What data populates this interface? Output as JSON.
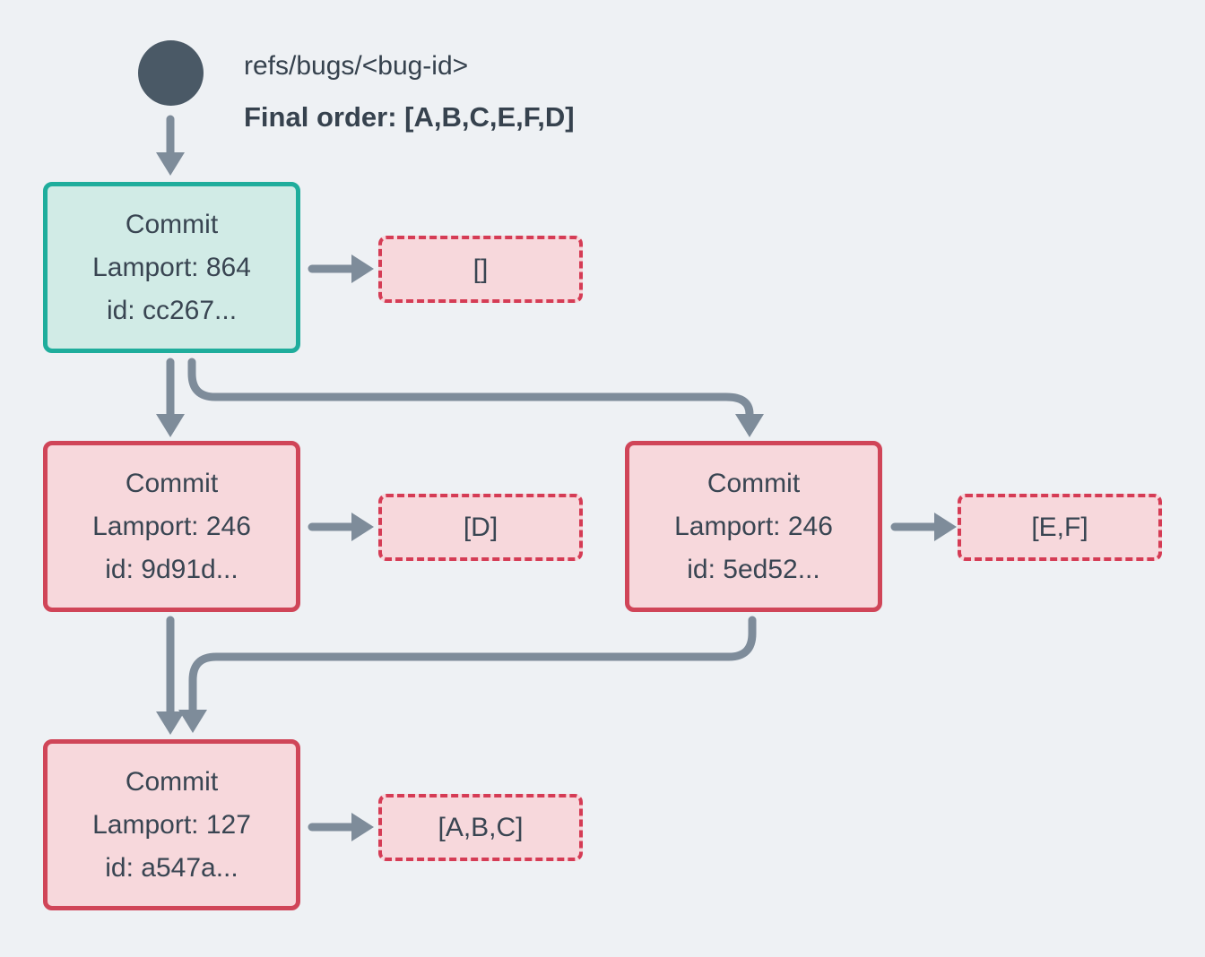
{
  "ref": {
    "label": "refs/bugs/<bug-id>",
    "final_order": "Final order: [A,B,C,E,F,D]"
  },
  "commits": [
    {
      "title": "Commit",
      "lamport": "Lamport: 864",
      "id": "id: cc267...",
      "ops": "[]"
    },
    {
      "title": "Commit",
      "lamport": "Lamport: 246",
      "id": "id: 9d91d...",
      "ops": "[D]"
    },
    {
      "title": "Commit",
      "lamport": "Lamport: 246",
      "id": "id: 5ed52...",
      "ops": "[E,F]"
    },
    {
      "title": "Commit",
      "lamport": "Lamport: 127",
      "id": "id: a547a...",
      "ops": "[A,B,C]"
    }
  ],
  "colors": {
    "background": "#eef1f4",
    "ink": "#36424e",
    "ref_dot": "#4a5966",
    "arrow": "#7e8c9a",
    "head_border": "#1fad9c",
    "head_fill": "#d1ebe6",
    "commit_border": "#d04558",
    "commit_fill": "#f7d8dc",
    "ops_border": "#d53c55",
    "ops_fill": "#f7d8dc"
  }
}
